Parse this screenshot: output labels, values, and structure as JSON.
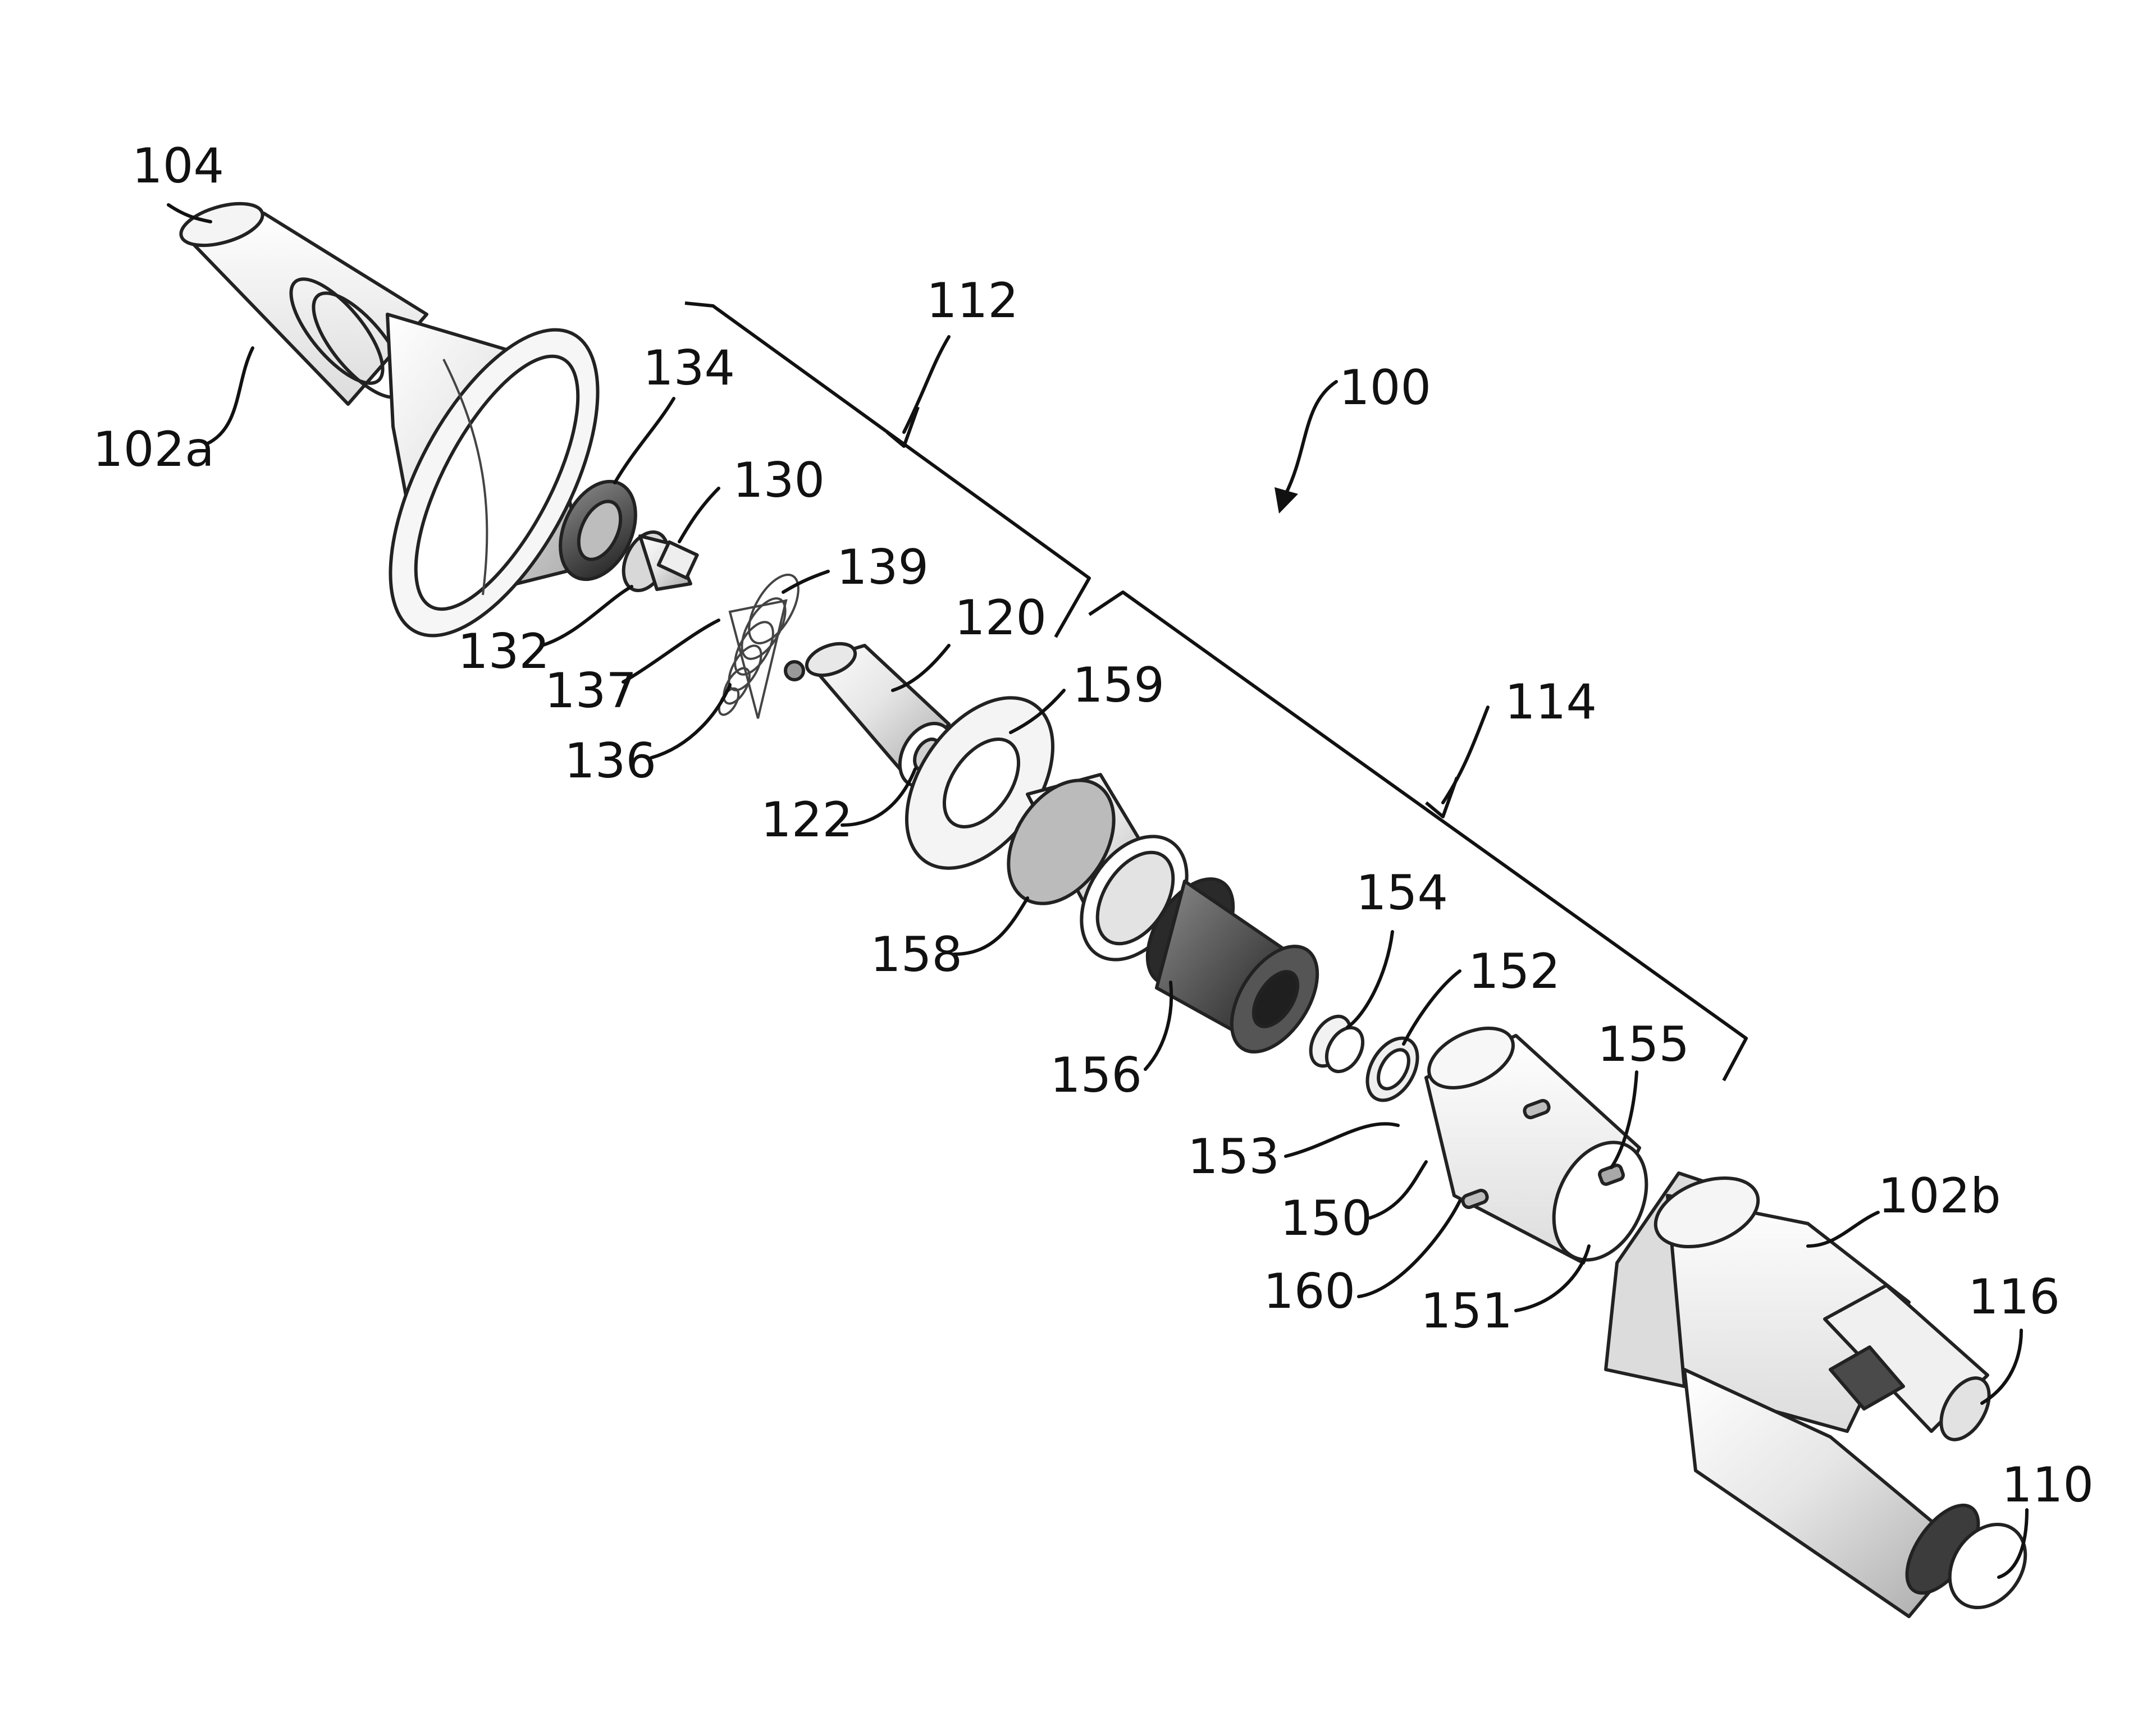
{
  "figure": {
    "labels": {
      "l100": "100",
      "l102a": "102a",
      "l102b": "102b",
      "l104": "104",
      "l110": "110",
      "l112": "112",
      "l114": "114",
      "l116": "116",
      "l120": "120",
      "l122": "122",
      "l130": "130",
      "l132": "132",
      "l134": "134",
      "l136": "136",
      "l137": "137",
      "l139": "139",
      "l150": "150",
      "l151": "151",
      "l152": "152",
      "l153": "153",
      "l154": "154",
      "l155": "155",
      "l156": "156",
      "l158": "158",
      "l159": "159",
      "l160": "160"
    },
    "colors": {
      "line": "#111111",
      "part_light": "#f2f2f2",
      "part_mid": "#cfcfcf",
      "part_dark": "#3a3a3a"
    }
  }
}
